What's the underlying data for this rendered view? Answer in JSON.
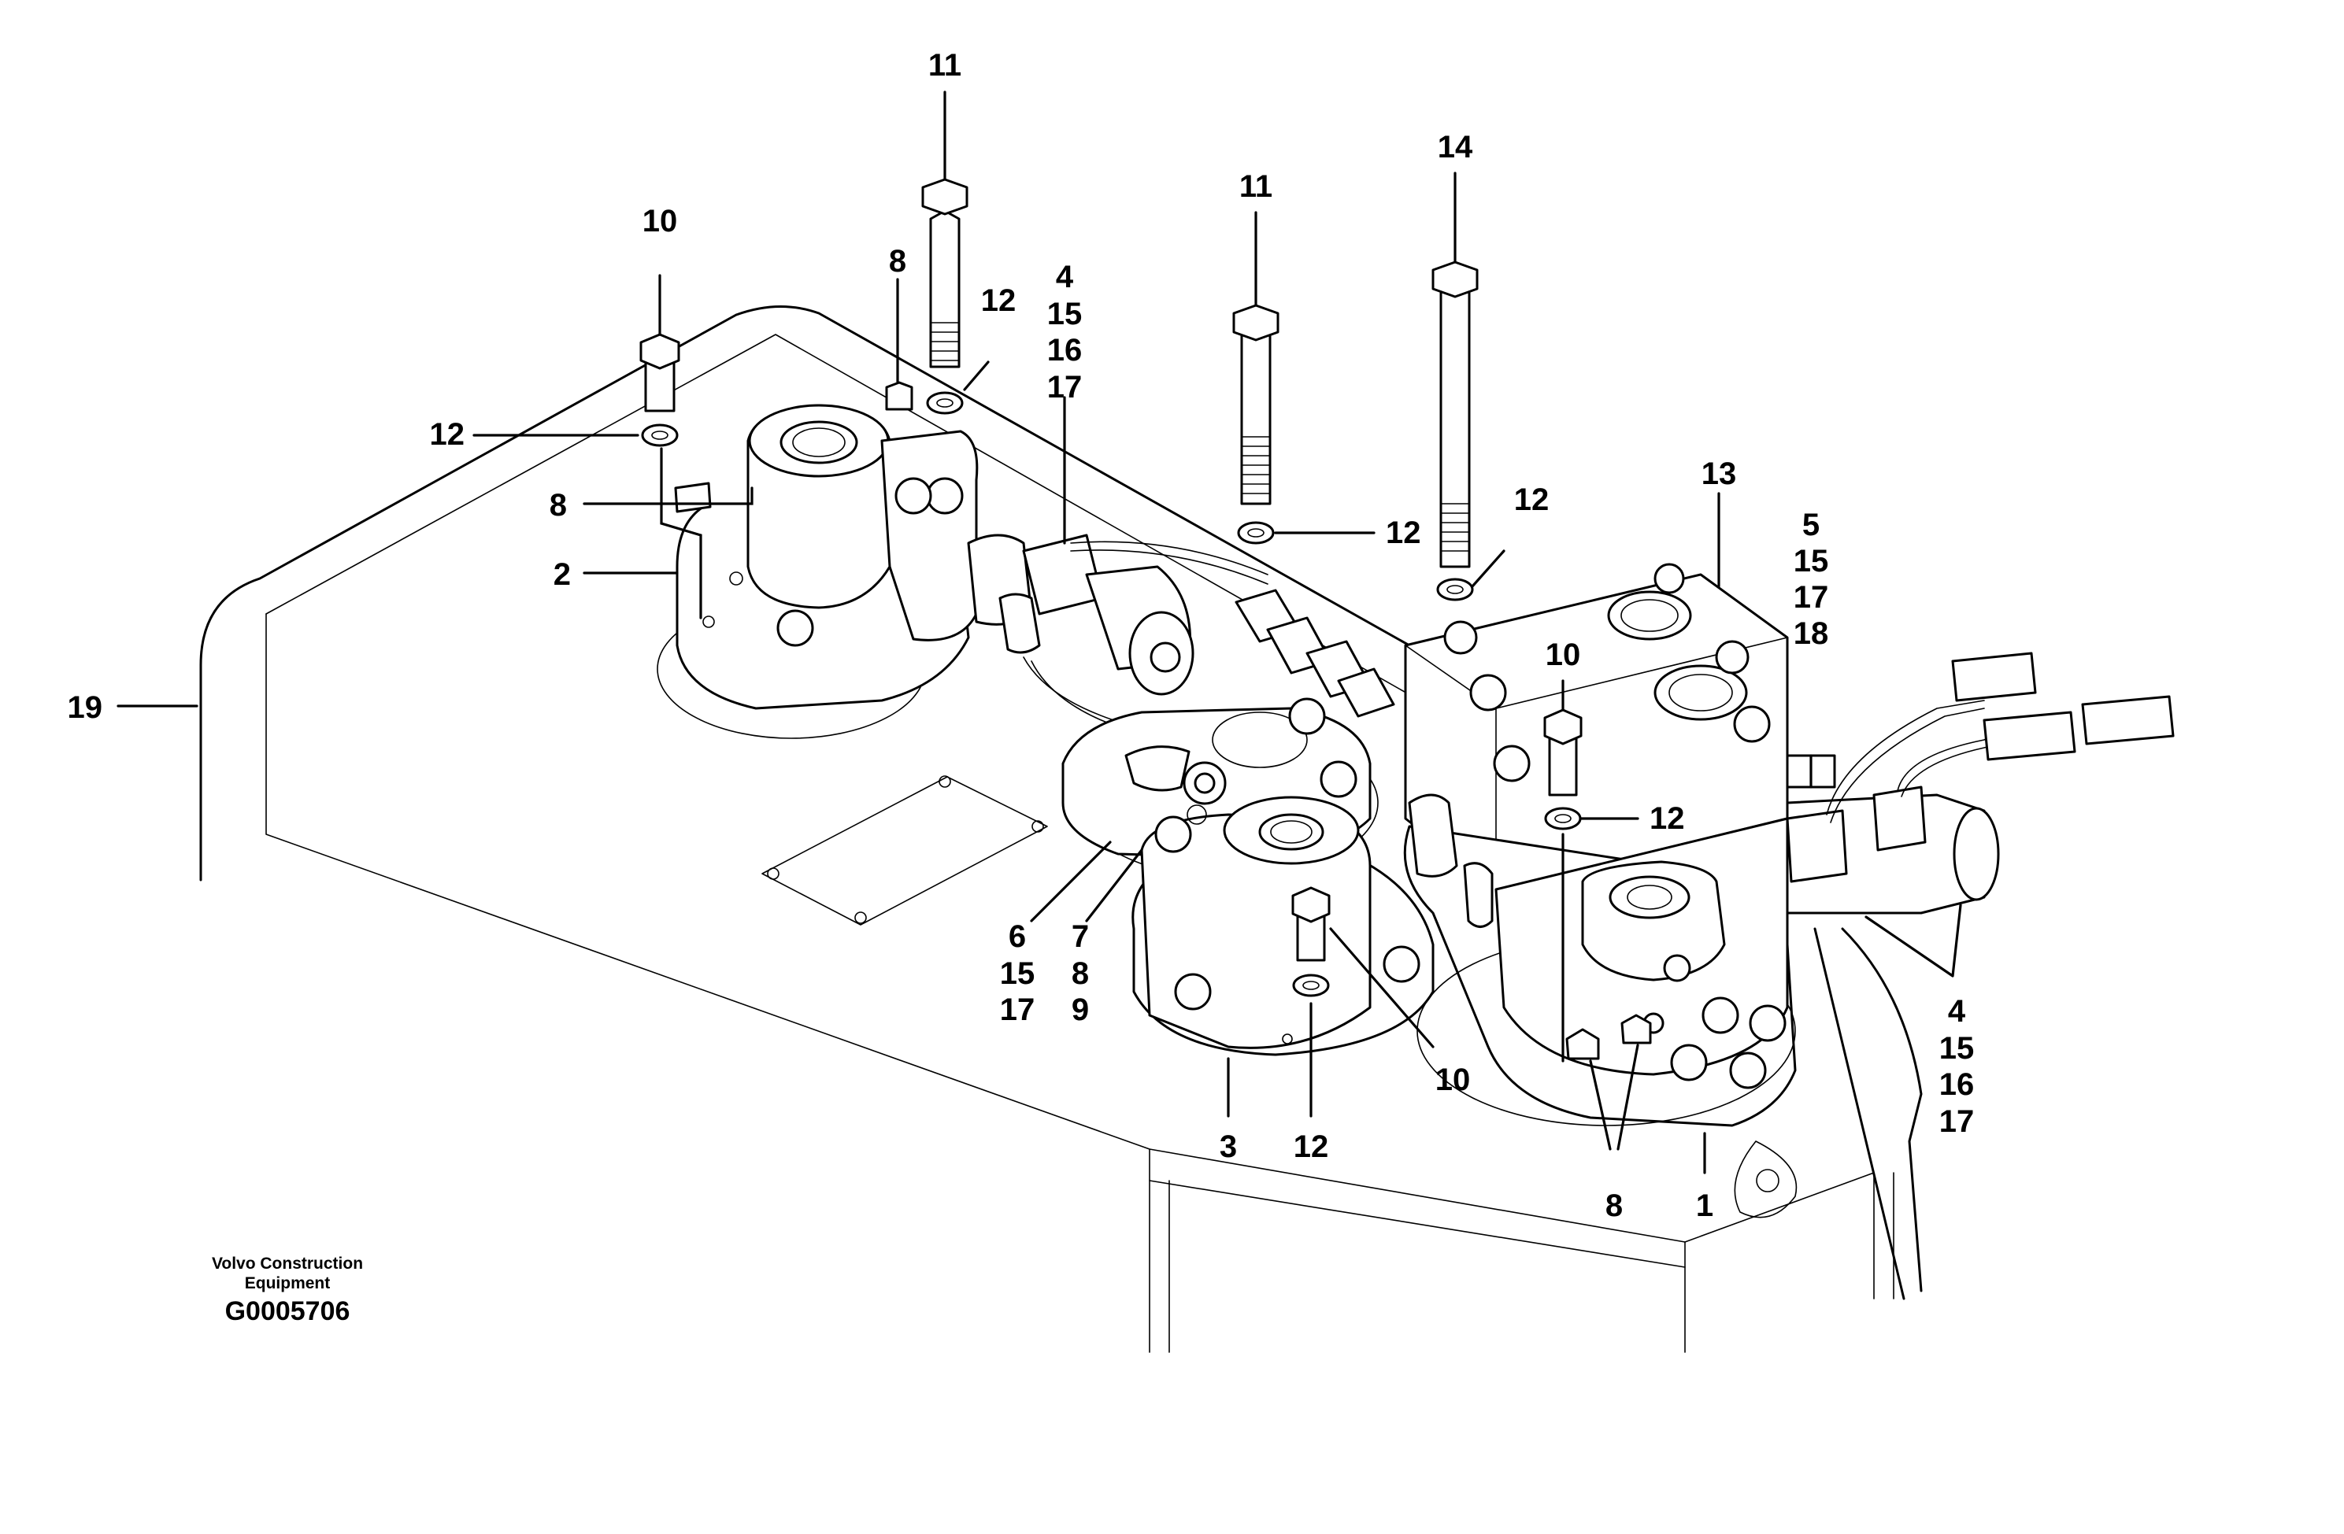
{
  "callouts": {
    "c19": "19",
    "c10a": "10",
    "c12a": "12",
    "c8a": "8",
    "c2": "2",
    "c8b": "8",
    "c11a": "11",
    "c12b": "12",
    "c4a": [
      "4",
      "15",
      "16",
      "17"
    ],
    "c11b": "11",
    "c12c": "12",
    "c14": "14",
    "c12d": "12",
    "c13": "13",
    "c5": [
      "5",
      "15",
      "17",
      "18"
    ],
    "c10b": "10",
    "c12e": "12",
    "c6": [
      "6",
      "15",
      "17"
    ],
    "c7": [
      "7",
      "8",
      "9"
    ],
    "c10c": "10",
    "c3": "3",
    "c12f": "12",
    "c8c": "8",
    "c1": "1",
    "c4b": [
      "4",
      "15",
      "16",
      "17"
    ]
  },
  "credit": {
    "line1": "Volvo Construction",
    "line2": "Equipment",
    "code": "G0005706"
  }
}
